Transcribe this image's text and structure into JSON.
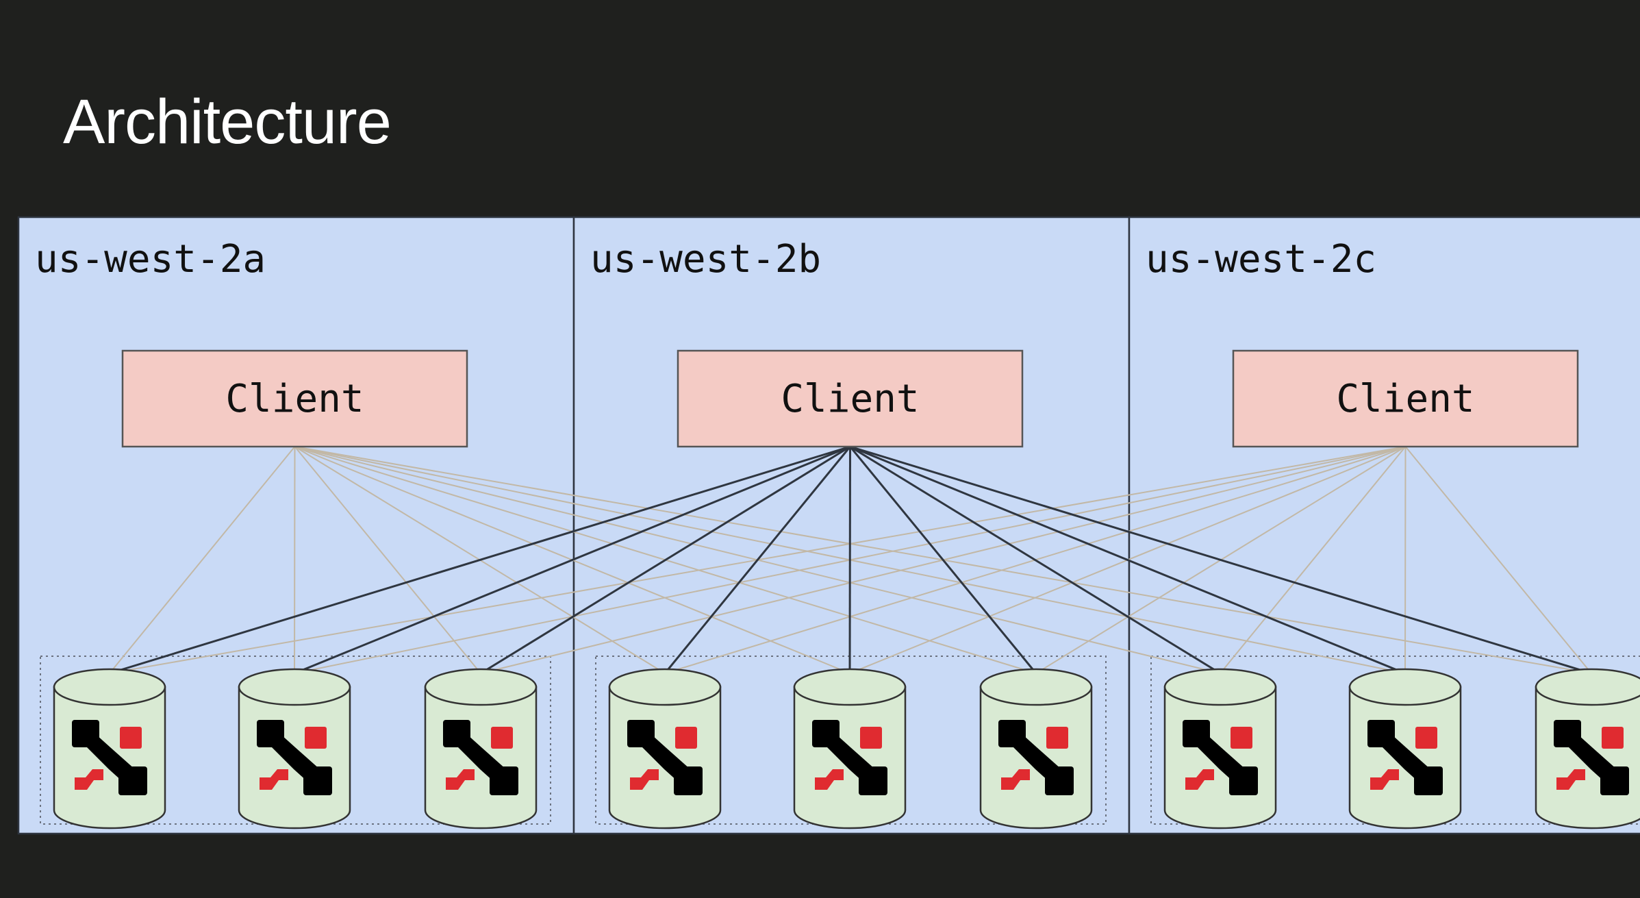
{
  "slide": {
    "title": "Architecture"
  },
  "zones": [
    {
      "label": "us-west-2a",
      "client_label": "Client"
    },
    {
      "label": "us-west-2b",
      "client_label": "Client"
    },
    {
      "label": "us-west-2c",
      "client_label": "Client"
    }
  ],
  "nodes_per_zone": 3,
  "highlighted_client_zone": 1,
  "colors": {
    "background": "#1f201e",
    "zone_fill": "#c9daf6",
    "zone_border": "#2e3540",
    "client_fill": "#f4cbc5",
    "client_border": "#555555",
    "node_fill": "#d9ead3",
    "node_border": "#333333",
    "link_faint": "#c2b8a6",
    "link_highlight": "#2f3640",
    "logo_black": "#000000",
    "logo_red": "#e02b30",
    "title_text": "#ffffff"
  },
  "icons": {
    "node_icon": "database-cylinder-icon",
    "node_logo": "cassandra-style-logo-icon"
  }
}
